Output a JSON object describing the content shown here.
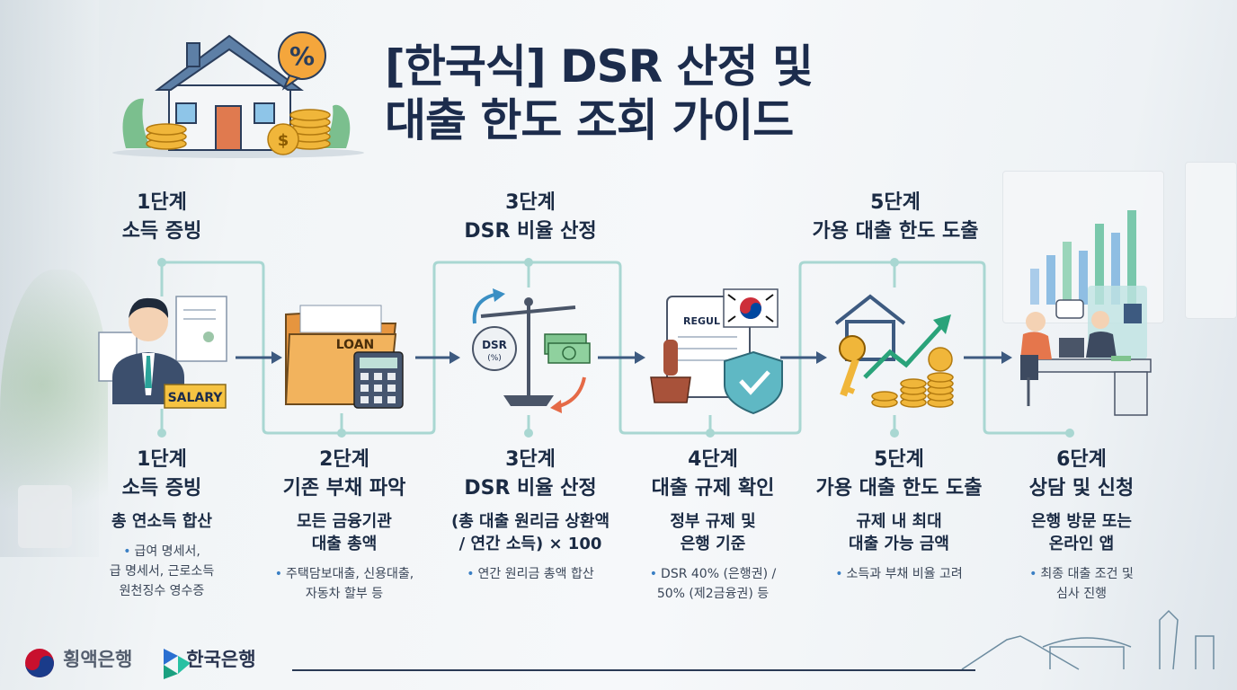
{
  "title": {
    "line1": "[한국식] DSR 산정 및",
    "line2": "대출 한도 조회 가이드"
  },
  "top_labels": [
    {
      "step": "1단계",
      "name": "소득 증빙"
    },
    {
      "step": "3단계",
      "name": "DSR 비율 산정"
    },
    {
      "step": "5단계",
      "name": "가용 대출 한도 도출"
    }
  ],
  "icon_texts": {
    "salary": "SALARY",
    "loan": "LOAN",
    "dsr": "DSR",
    "dsr_pct": "(%)",
    "regul": "REGUL"
  },
  "steps": [
    {
      "step": "1단계",
      "name": "소득 증빙",
      "sub": [
        "총 연소득 합산"
      ],
      "detail": [
        "급여 명세서,",
        "급 명세서, 근로소득",
        "원천징수 영수증"
      ]
    },
    {
      "step": "2단계",
      "name": "기존 부채 파악",
      "sub": [
        "모든 금융기관",
        "대출 총액"
      ],
      "detail": [
        "주택담보대출, 신용대출,",
        "자동차 할부 등"
      ]
    },
    {
      "step": "3단계",
      "name": "DSR 비율 산정",
      "sub": [
        "(총 대출 원리금 상환액",
        "/ 연간 소득) × 100"
      ],
      "detail": [
        "연간 원리금 총액 합산"
      ]
    },
    {
      "step": "4단계",
      "name": "대출 규제 확인",
      "sub": [
        "정부 규제 및",
        "은행 기준"
      ],
      "detail": [
        "DSR 40% (은행권) /",
        "50% (제2금융권) 등"
      ]
    },
    {
      "step": "5단계",
      "name": "가용 대출 한도 도출",
      "sub": [
        "규제 내 최대",
        "대출 가능 금액"
      ],
      "detail": [
        "소득과 부채 비율 고려"
      ]
    },
    {
      "step": "6단계",
      "name": "상담 및 신청",
      "sub": [
        "은행 방문 또는",
        "온라인 앱"
      ],
      "detail": [
        "최종 대출 조건 및",
        "심사 진행"
      ]
    }
  ],
  "footer": {
    "bank1": "횡액은행",
    "bank2": "한국은행"
  },
  "colors": {
    "title": "#1c2c4c",
    "connector": "#a9d7d2",
    "arrow": "#3d5a80",
    "accent_blue": "#3a7fc4"
  }
}
